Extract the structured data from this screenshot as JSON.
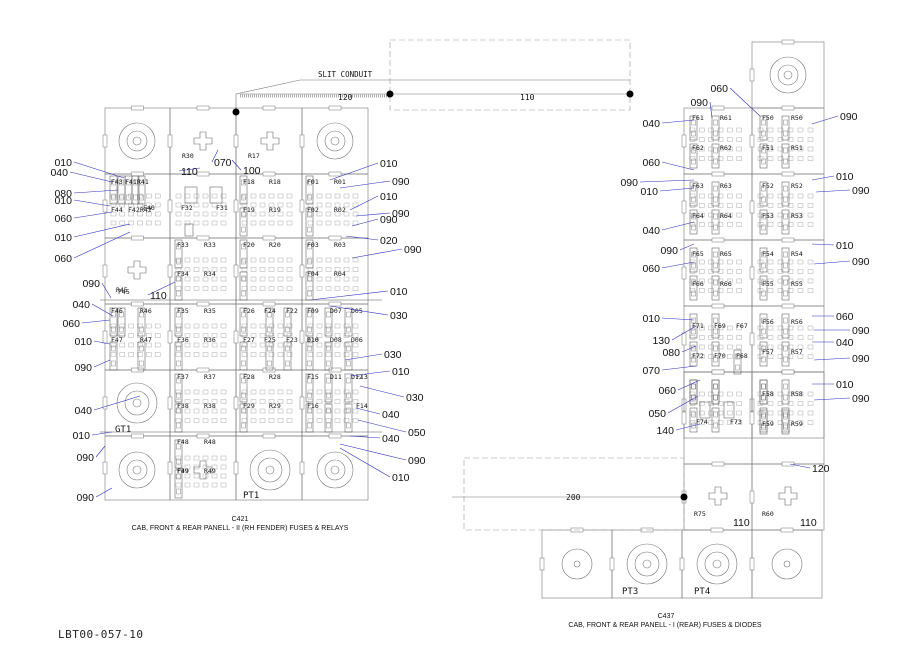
{
  "left_panel": {
    "connector_code": "C421",
    "caption": "CAB, FRONT & REAR PANELL - II (RH FENDER) FUSES & RELAYS",
    "items": [
      "GT1",
      "PT1",
      "F32",
      "F31",
      "F33",
      "F34",
      "F35",
      "F36",
      "F37",
      "F38",
      "F39",
      "F40",
      "F41",
      "F42",
      "F43",
      "F44",
      "F45",
      "F46",
      "F47",
      "F48",
      "F49",
      "F01",
      "F02",
      "F03",
      "F04",
      "F09",
      "F10",
      "F13",
      "F14",
      "F15",
      "F16",
      "F18",
      "F19",
      "F20",
      "F22",
      "F23",
      "F24",
      "F25",
      "F26",
      "F27",
      "F28",
      "F29",
      "R17",
      "R18",
      "R19",
      "R20",
      "R28",
      "R29",
      "R30",
      "R33",
      "R34",
      "R35",
      "R36",
      "R37",
      "R38",
      "R41",
      "R42",
      "R45",
      "R46",
      "R47",
      "R48",
      "R49",
      "R01",
      "R02",
      "R03",
      "R04",
      "D05",
      "D06",
      "D07",
      "D08",
      "D10",
      "D11",
      "D12"
    ],
    "callouts": [
      {
        "label": "010",
        "side": "left"
      },
      {
        "label": "040",
        "side": "left"
      },
      {
        "label": "080",
        "side": "left"
      },
      {
        "label": "010",
        "side": "left"
      },
      {
        "label": "060",
        "side": "left"
      },
      {
        "label": "010",
        "side": "left"
      },
      {
        "label": "060",
        "side": "left"
      },
      {
        "label": "090",
        "side": "left"
      },
      {
        "label": "040",
        "side": "left"
      },
      {
        "label": "060",
        "side": "left"
      },
      {
        "label": "010",
        "side": "left"
      },
      {
        "label": "090",
        "side": "left"
      },
      {
        "label": "040",
        "side": "left"
      },
      {
        "label": "010",
        "side": "left"
      },
      {
        "label": "090",
        "side": "left"
      },
      {
        "label": "090",
        "side": "left"
      },
      {
        "label": "110",
        "side": "top"
      },
      {
        "label": "070",
        "side": "top"
      },
      {
        "label": "100",
        "side": "top"
      },
      {
        "label": "110",
        "side": "mid"
      },
      {
        "label": "010",
        "side": "right"
      },
      {
        "label": "090",
        "side": "right"
      },
      {
        "label": "010",
        "side": "right"
      },
      {
        "label": "090",
        "side": "right"
      },
      {
        "label": "090",
        "side": "right"
      },
      {
        "label": "020",
        "side": "right"
      },
      {
        "label": "090",
        "side": "right"
      },
      {
        "label": "010",
        "side": "right"
      },
      {
        "label": "030",
        "side": "right"
      },
      {
        "label": "030",
        "side": "right"
      },
      {
        "label": "010",
        "side": "right"
      },
      {
        "label": "030",
        "side": "right"
      },
      {
        "label": "040",
        "side": "right"
      },
      {
        "label": "050",
        "side": "right"
      },
      {
        "label": "040",
        "side": "right"
      },
      {
        "label": "090",
        "side": "right"
      },
      {
        "label": "010",
        "side": "right"
      }
    ]
  },
  "right_panel": {
    "connector_code": "C437",
    "caption": "CAB, FRONT & REAR PANELL - I (REAR) FUSES & DIODES",
    "items": [
      "PT3",
      "PT4",
      "F50",
      "F51",
      "F52",
      "F53",
      "F54",
      "F55",
      "F56",
      "F57",
      "F58",
      "F59",
      "F61",
      "F62",
      "F63",
      "F64",
      "F65",
      "F66",
      "F67",
      "F68",
      "F69",
      "F70",
      "F71",
      "F72",
      "F73",
      "F74",
      "R50",
      "R51",
      "R52",
      "R53",
      "R54",
      "R55",
      "R56",
      "R57",
      "R58",
      "R59",
      "R60",
      "R61",
      "R62",
      "R63",
      "R64",
      "R65",
      "R66",
      "R75"
    ],
    "callouts": [
      {
        "label": "060",
        "side": "top"
      },
      {
        "label": "090",
        "side": "top"
      },
      {
        "label": "040",
        "side": "left"
      },
      {
        "label": "060",
        "side": "left"
      },
      {
        "label": "090",
        "side": "left"
      },
      {
        "label": "010",
        "side": "left"
      },
      {
        "label": "040",
        "side": "left"
      },
      {
        "label": "090",
        "side": "left"
      },
      {
        "label": "060",
        "side": "left"
      },
      {
        "label": "010",
        "side": "left"
      },
      {
        "label": "130",
        "side": "left"
      },
      {
        "label": "080",
        "side": "left"
      },
      {
        "label": "070",
        "side": "left"
      },
      {
        "label": "060",
        "side": "left"
      },
      {
        "label": "050",
        "side": "left"
      },
      {
        "label": "140",
        "side": "left"
      },
      {
        "label": "110",
        "side": "bottom"
      },
      {
        "label": "110",
        "side": "bottom"
      },
      {
        "label": "090",
        "side": "right"
      },
      {
        "label": "010",
        "side": "right"
      },
      {
        "label": "090",
        "side": "right"
      },
      {
        "label": "010",
        "side": "right"
      },
      {
        "label": "090",
        "side": "right"
      },
      {
        "label": "060",
        "side": "right"
      },
      {
        "label": "090",
        "side": "right"
      },
      {
        "label": "040",
        "side": "right"
      },
      {
        "label": "090",
        "side": "right"
      },
      {
        "label": "010",
        "side": "right"
      },
      {
        "label": "090",
        "side": "right"
      },
      {
        "label": "120",
        "side": "right"
      }
    ]
  },
  "conduit": {
    "label": "SLIT CONDUIT",
    "lengths": [
      "120",
      "110"
    ]
  },
  "bus_length": "200",
  "drawing_code": "LBT00-057-10",
  "colors": {
    "line": "#777777",
    "ink": "#111111",
    "leader": "#2c2cc8",
    "bg": "#ffffff"
  }
}
